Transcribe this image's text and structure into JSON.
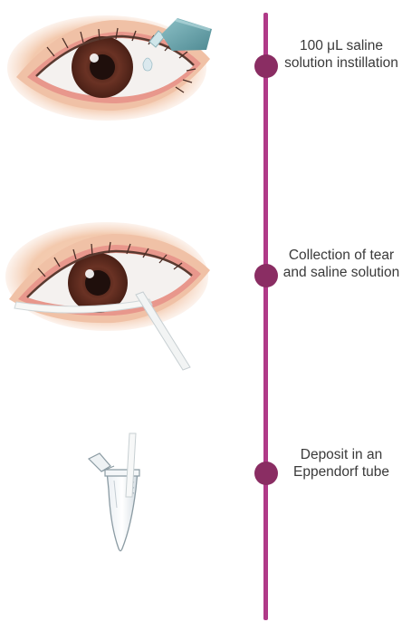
{
  "steps": [
    {
      "label": "100 μL saline solution instillation"
    },
    {
      "label": "Collection of tear and saline solution"
    },
    {
      "label": "Deposit in an Eppendorf tube"
    }
  ],
  "colors": {
    "timeline": "#b03a88",
    "marker": "#8a2d63",
    "iris": "#6a3224",
    "pupil": "#1f0f0c",
    "skin": "#f3c9ad",
    "lid_rim": "#e8978c",
    "bottle": "#6aa0a8",
    "text": "#3a3a3a"
  },
  "icons": [
    "eye-drop-bottle-icon",
    "eye-icon",
    "collection-strip-icon",
    "eppendorf-tube-icon"
  ]
}
